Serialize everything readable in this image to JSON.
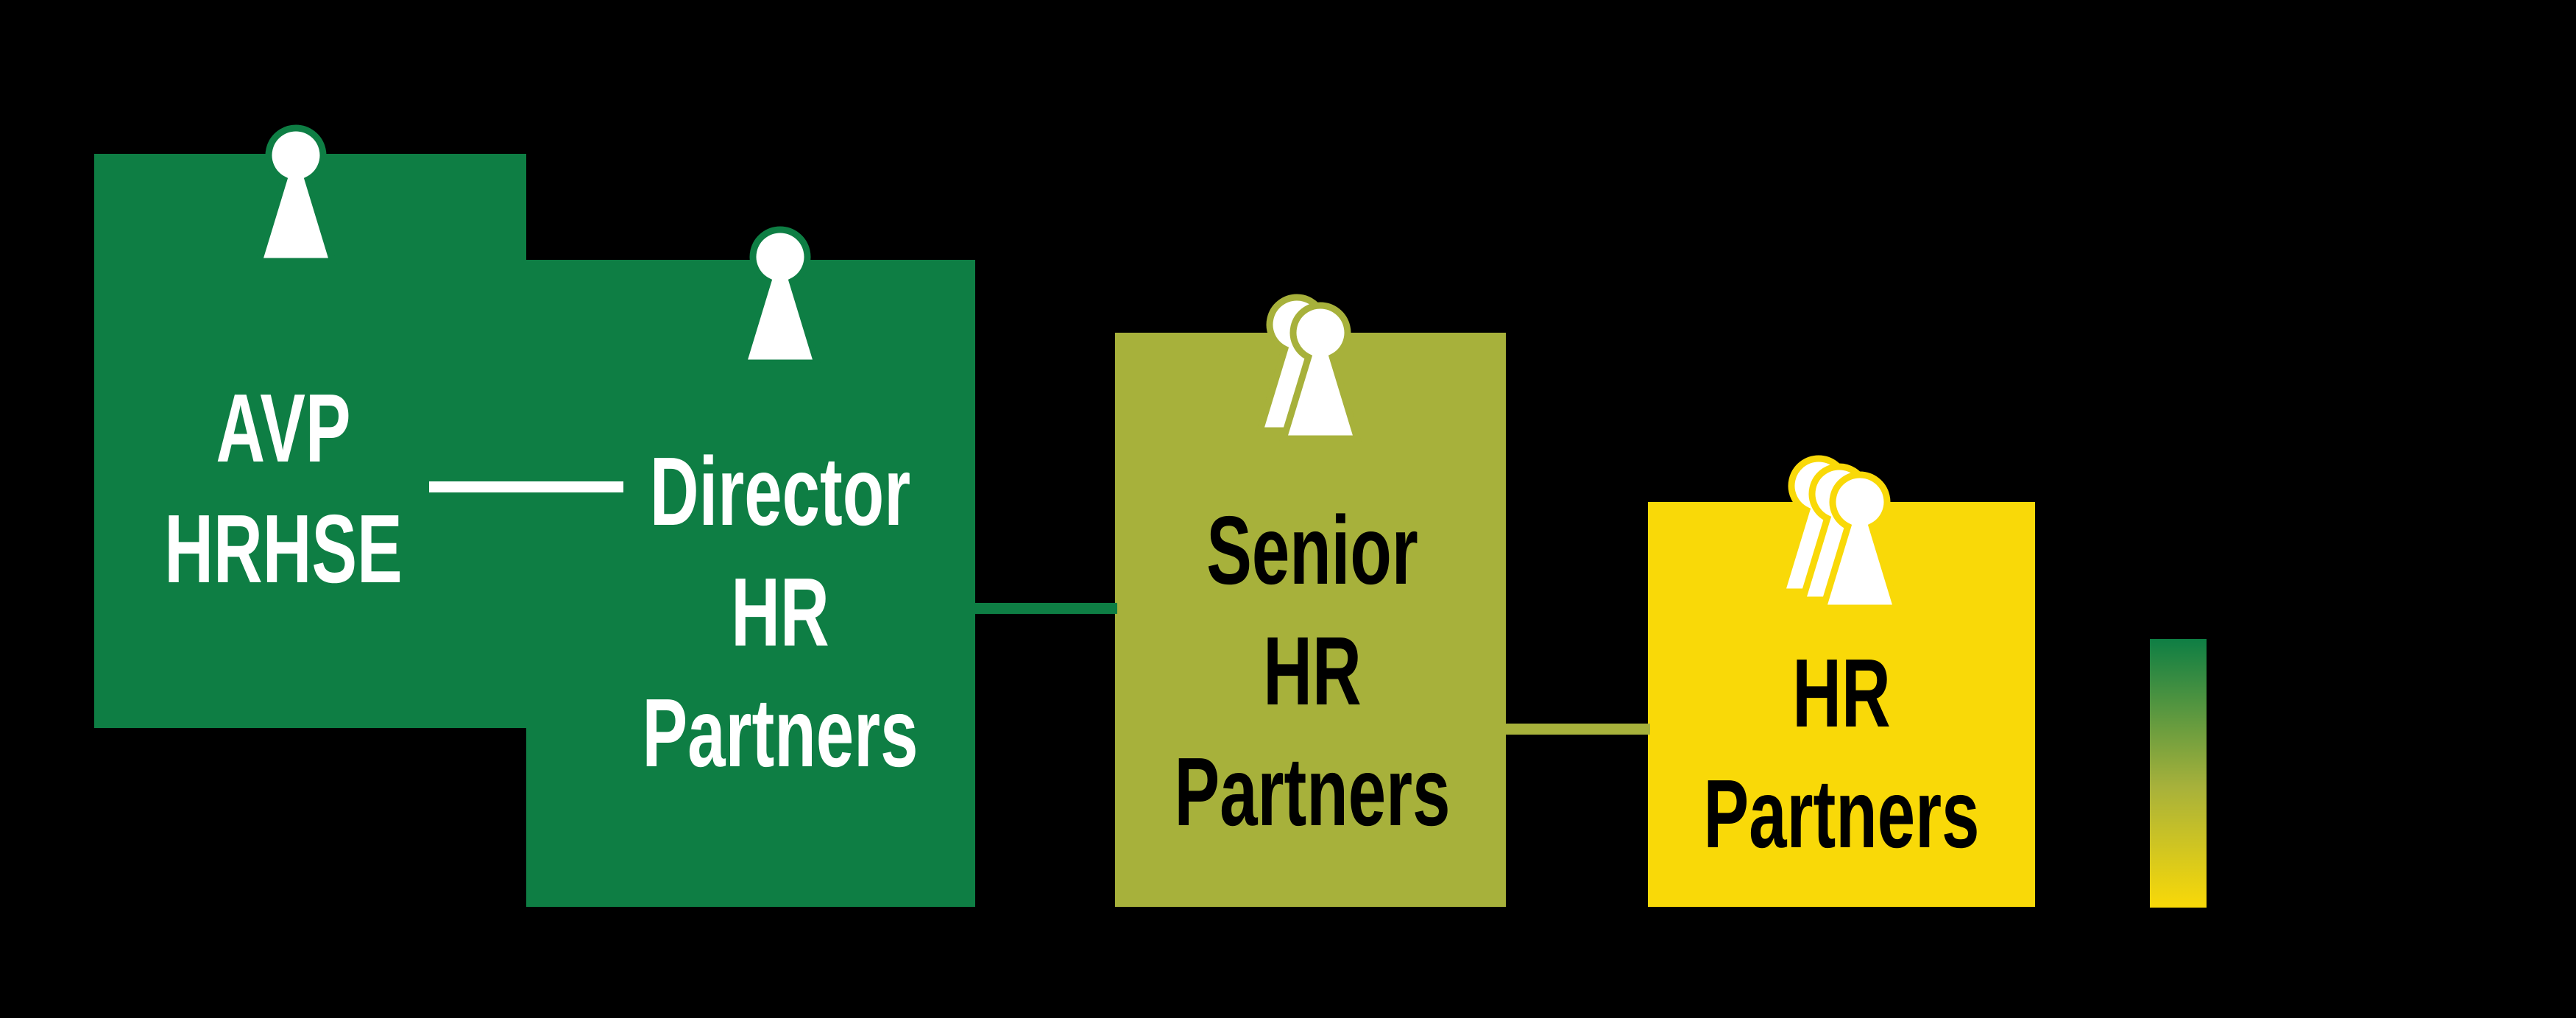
{
  "colors": {
    "green": "#0E7E44",
    "olive": "#A7B13B",
    "yellow": "#F9D908",
    "background": "#000000",
    "white_text": "#FFFFFF",
    "black_text": "#000000"
  },
  "boxes": [
    {
      "id": "avp-hrhse",
      "lines": [
        "AVP",
        "HRHSE"
      ],
      "color": "#0E7E44",
      "text_color": "#FFFFFF",
      "people_count": 1
    },
    {
      "id": "director-hr-partners",
      "lines": [
        "Director",
        "HR",
        "Partners"
      ],
      "color": "#0E7E44",
      "text_color": "#FFFFFF",
      "people_count": 1
    },
    {
      "id": "senior-hr-partners",
      "lines": [
        "Senior",
        "HR",
        "Partners"
      ],
      "color": "#A7B13B",
      "text_color": "#000000",
      "people_count": 2
    },
    {
      "id": "hr-partners",
      "lines": [
        "HR",
        "Partners"
      ],
      "color": "#F9D908",
      "text_color": "#000000",
      "people_count": 3
    }
  ],
  "connectors": [
    {
      "from": "avp-hrhse",
      "to": "director-hr-partners",
      "color": "#FFFFFF"
    },
    {
      "from": "director-hr-partners",
      "to": "senior-hr-partners",
      "color": "#0E7E44"
    },
    {
      "from": "senior-hr-partners",
      "to": "hr-partners",
      "color": "#A7B13B"
    }
  ],
  "legend_bar": {
    "top_color": "#0E7E44",
    "bottom_color": "#F9D908"
  },
  "icons": {
    "single": "person-icon",
    "double": "two-people-icon",
    "triple": "three-people-icon"
  }
}
